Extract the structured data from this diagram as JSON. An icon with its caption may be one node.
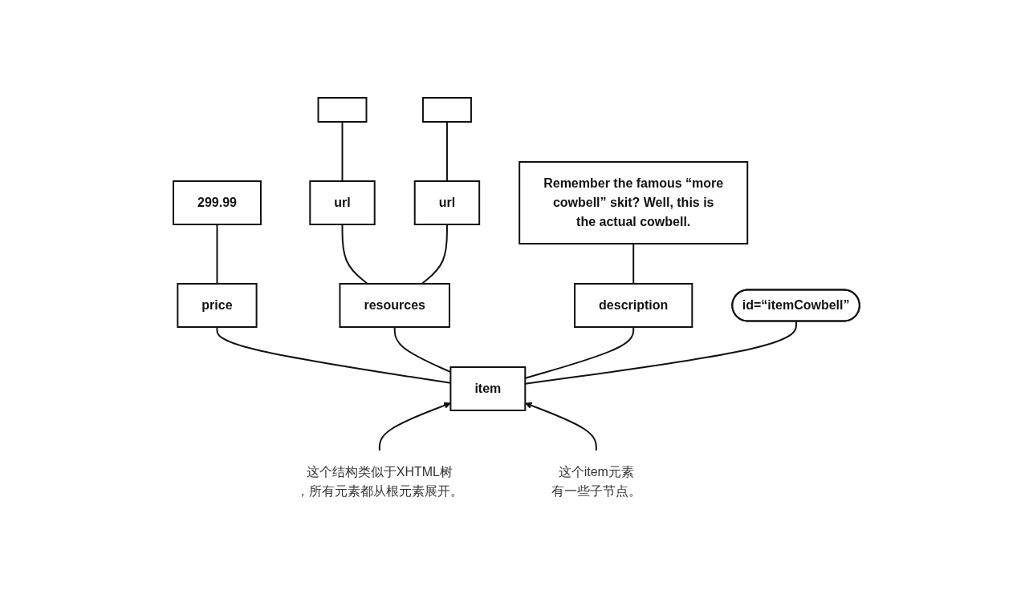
{
  "diagram": {
    "nodes": [
      {
        "text": [],
        "shape": "box"
      },
      {
        "text": [],
        "shape": "box"
      },
      {
        "text": [
          "299.99"
        ]
      },
      {
        "text": [
          "url"
        ]
      },
      {
        "text": [
          "url"
        ]
      },
      {
        "text": [
          "Remember the famous “more cowbell” skit? Well, this is the actual cowbell."
        ]
      },
      {
        "text": [
          "price"
        ]
      },
      {
        "text": [
          "resources"
        ]
      },
      {
        "text": [
          "description"
        ]
      },
      {
        "text": [
          "id=“itemCowbell”"
        ]
      },
      {
        "text": [
          "这个结构类似于XHTML树，所有元素都从根元素展开。"
        ]
      },
      {
        "text": [
          "item"
        ]
      },
      {
        "text": [
          "这个item元素有一些子节点。"
        ]
      }
    ],
    "edges": [
      {
        "from": 11,
        "to": 8,
        "arrow": "none"
      },
      {
        "from": 11,
        "to": 6,
        "arrow": "none"
      },
      {
        "from": 11,
        "to": 7,
        "arrow": "none"
      },
      {
        "from": 11,
        "to": 9,
        "arrow": "none"
      },
      {
        "from": 8,
        "to": 5,
        "arrow": "none"
      },
      {
        "from": 6,
        "to": 2,
        "arrow": "none"
      },
      {
        "from": 7,
        "to": 3,
        "arrow": "none"
      },
      {
        "from": 7,
        "to": 4,
        "arrow": "none"
      },
      {
        "from": 3,
        "to": 0,
        "arrow": "none"
      },
      {
        "from": 4,
        "to": 1,
        "arrow": "none"
      },
      {
        "from": 10,
        "to": 11,
        "arrow": "to"
      },
      {
        "from": 12,
        "to": 11,
        "arrow": "to"
      }
    ]
  }
}
